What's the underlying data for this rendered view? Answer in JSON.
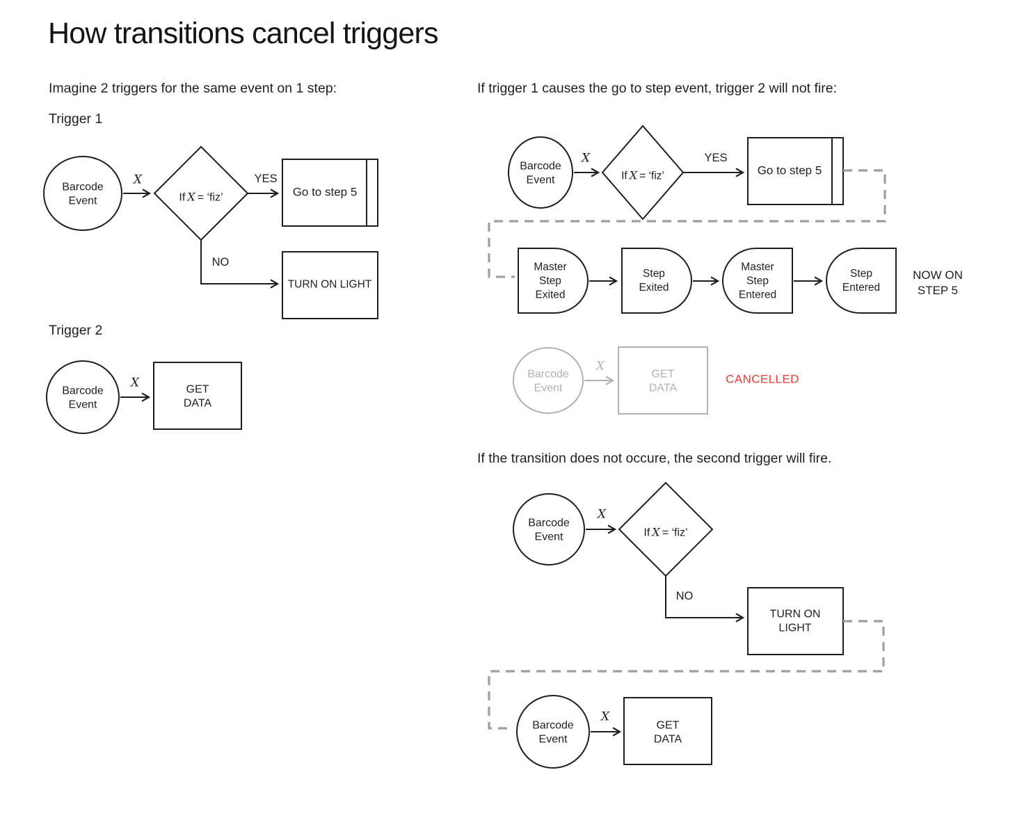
{
  "title": "How transitions cancel triggers",
  "colors": {
    "ink": "#1e1e1e",
    "text": "#212121",
    "muted_gray": "#b1b1b1",
    "dashed_gray": "#9e9e9e",
    "cancel_red": "#ef3b30"
  },
  "left_column": {
    "intro": "Imagine 2 triggers for the same event on 1 step:",
    "trigger1": {
      "label": "Trigger 1",
      "event": "Barcode\nEvent",
      "event_arg": "X",
      "condition": {
        "prefix": "If",
        "var": "X",
        "suffix": "= ‘fiz’"
      },
      "yes": "YES",
      "no": "NO",
      "goto_step": "Go to step 5",
      "turn_on_light": "TURN ON LIGHT"
    },
    "trigger2": {
      "label": "Trigger 2",
      "event": "Barcode\nEvent",
      "event_arg": "X",
      "get_data": "GET\nDATA"
    }
  },
  "right_column": {
    "caption_fired": "If trigger 1 causes the go to step event, trigger 2 will not fire:",
    "fired_flow": {
      "event": "Barcode\nEvent",
      "event_arg": "X",
      "condition": {
        "prefix": "If",
        "var": "X",
        "suffix": "= ‘fiz’"
      },
      "yes": "YES",
      "goto_step": "Go to step 5",
      "lifecycle": [
        "Master\nStep\nExited",
        "Step\nExited",
        "Master\nStep\nEntered",
        "Step\nEntered"
      ],
      "result": "NOW ON\nSTEP 5",
      "cancelled_trigger": {
        "event": "Barcode\nEvent",
        "event_arg": "X",
        "get_data": "GET\nDATA",
        "status": "CANCELLED"
      }
    },
    "caption_not_fired": "If the transition does not occure, the second trigger will fire.",
    "not_fired_flow": {
      "event": "Barcode\nEvent",
      "event_arg": "X",
      "condition": {
        "prefix": "If",
        "var": "X",
        "suffix": "= ‘fiz’"
      },
      "no": "NO",
      "turn_on_light": "TURN ON\nLIGHT",
      "second_trigger": {
        "event": "Barcode\nEvent",
        "event_arg": "X",
        "get_data": "GET\nDATA"
      }
    }
  }
}
